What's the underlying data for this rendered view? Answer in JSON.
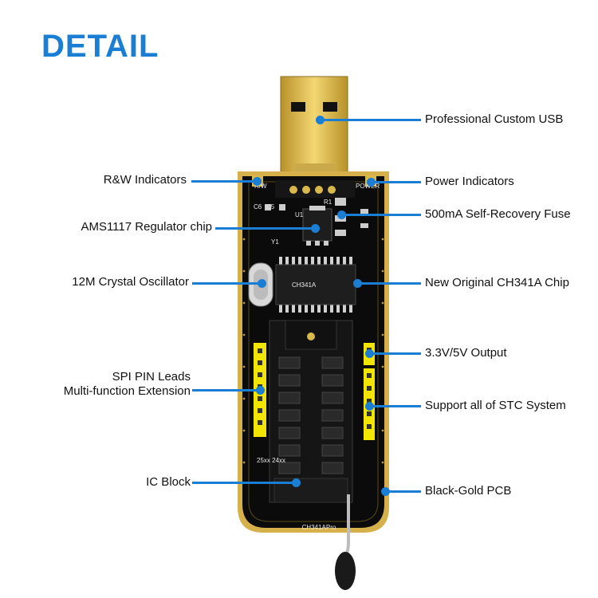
{
  "title": "DETAIL",
  "labels": {
    "usb": "Professional Custom USB",
    "rw": "R&W Indicators",
    "power": "Power Indicators",
    "fuse": "500mA Self-Recovery Fuse",
    "ams": "AMS1117 Regulator chip",
    "crystal": "12M Crystal Oscillator",
    "ch341": "New Original CH341A Chip",
    "output": "3.3V/5V Output",
    "spi1": "SPI PIN Leads",
    "spi2": "Multi-function Extension",
    "stc": "Support all of STC System",
    "ic": "IC Block",
    "pcb": "Black-Gold PCB"
  },
  "silkscreen": {
    "board_name": "CH341APro",
    "rw": "R/W",
    "power": "POWER",
    "u1": "U1",
    "c6": "C6",
    "c5": "C5",
    "r1": "R1",
    "y1": "Y1",
    "chip": "CH341A",
    "socket": "25xx 24xx"
  },
  "colors": {
    "accent": "#1a7fd4",
    "pcb": "#0d0d0d",
    "gold": "#d8b84a",
    "header": "#f2e600"
  }
}
